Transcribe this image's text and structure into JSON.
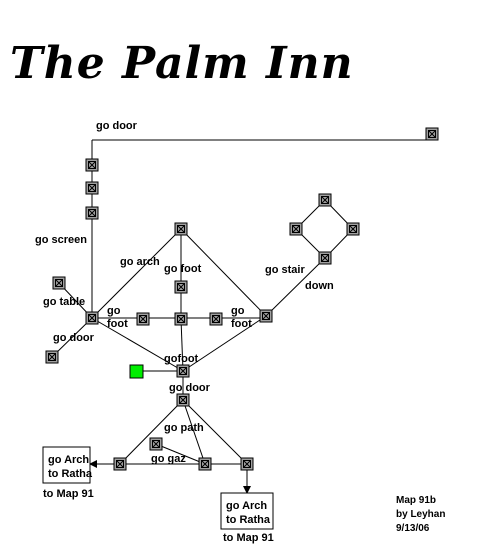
{
  "title": "The Palm Inn",
  "colors": {
    "line": "#000000",
    "room_fill": "#a0a0a0",
    "room_border": "#000000",
    "start_room": "#00ee00"
  },
  "labels": {
    "go_door_top": "go door",
    "go_screen": "go screen",
    "go_arch": "go arch",
    "go_foot_top": "go foot",
    "go_stair": "go stair",
    "down": "down",
    "go_table": "go table",
    "go_foot_left_1": "go",
    "go_foot_left_2": "foot",
    "go_foot_right_1": "go",
    "go_foot_right_2": "foot",
    "go_door_left": "go door",
    "gofoot": "gofoot",
    "go_door_mid": "go door",
    "go_path": "go path",
    "go_gaz": "go gaz"
  },
  "exits": {
    "left": {
      "line1": "go Arch",
      "line2": "to Ratha",
      "caption": "to Map 91"
    },
    "bottom": {
      "line1": "go Arch",
      "line2": "to Ratha",
      "caption": "to Map 91"
    }
  },
  "credits": {
    "line1": "Map 91b",
    "line2": "by Leyhan",
    "line3": "9/13/06"
  }
}
